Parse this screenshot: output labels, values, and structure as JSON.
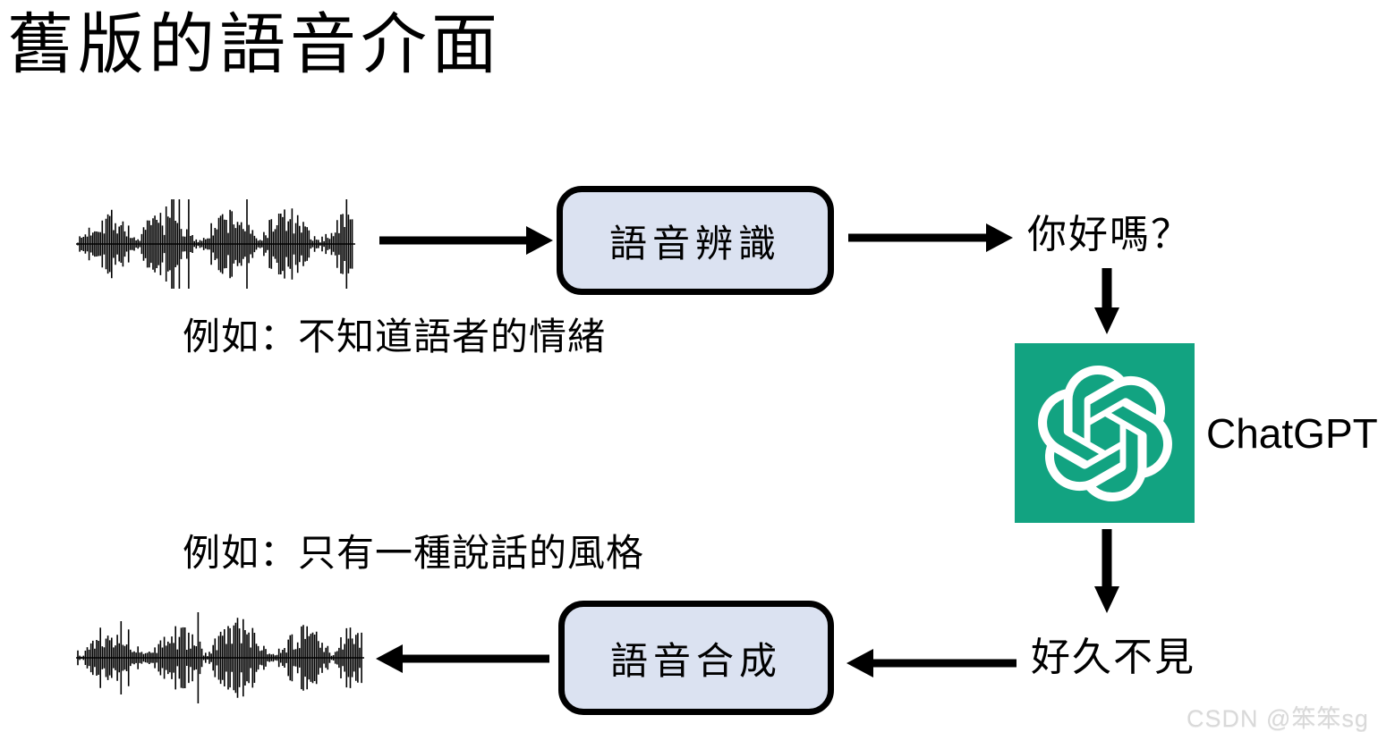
{
  "slide": {
    "title": "舊版的語音介面",
    "watermark": "CSDN @笨笨sg"
  },
  "diagram": {
    "speech_recognition_box_label": "語音辨識",
    "recognized_text": "你好嗎？",
    "chatgpt_label": "ChatGPT",
    "response_text": "好久不見",
    "speech_synthesis_box_label": "語音合成",
    "note_recognition_limit": "例如：不知道語者的情緒",
    "note_synthesis_limit": "例如：只有一種說話的風格"
  },
  "icons": {
    "input_waveform": "audio-waveform-icon",
    "output_waveform": "audio-waveform-icon",
    "chatgpt_logo": "openai-flower-icon",
    "flow_arrows": "arrow-icon"
  },
  "colors": {
    "background": "#ffffff",
    "text_black": "#000000",
    "box_fill": "#dbe2f1",
    "box_border": "#000000",
    "arrow_black": "#000000",
    "chatgpt_green": "#12a381",
    "watermark_gray": "#d9d9d9"
  }
}
